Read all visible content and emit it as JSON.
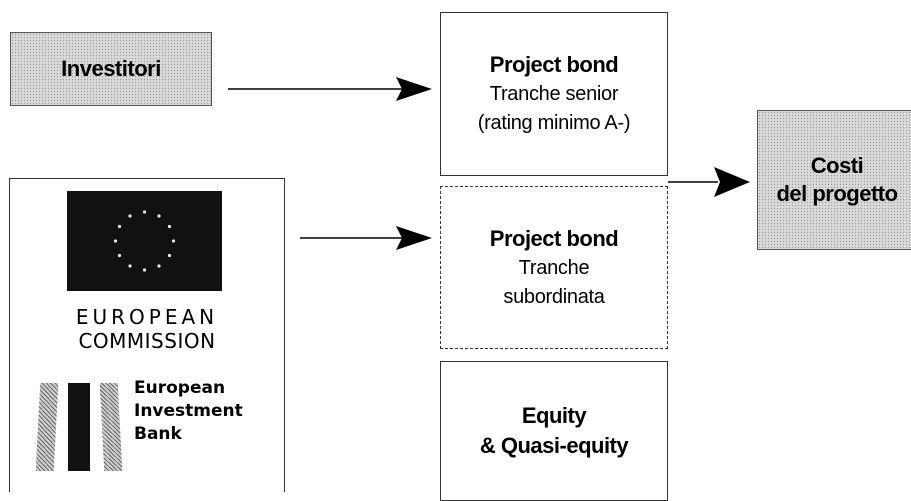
{
  "investors": {
    "label": "Investitori"
  },
  "stack": {
    "senior": {
      "title": "Project bond",
      "line1": "Tranche senior",
      "line2": "(rating minimo A-)"
    },
    "subordinated": {
      "title": "Project bond",
      "line1": "Tranche",
      "line2": "subordinata"
    },
    "equity": {
      "line1": "Equity",
      "line2": "& Quasi-equity"
    }
  },
  "costs": {
    "line1": "Costi",
    "line2": "del progetto"
  },
  "logos": {
    "ec_line1": "EUROPEAN",
    "ec_line2": "COMMISSION",
    "eib_line1": "European",
    "eib_line2": "Investment",
    "eib_line3": "Bank"
  }
}
